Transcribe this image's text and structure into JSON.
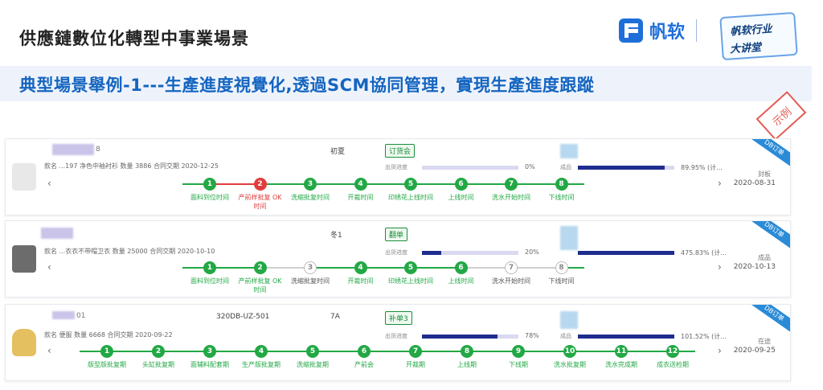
{
  "slide": {
    "title": "供應鏈數位化轉型中事業場景",
    "subtitle": "典型場景舉例-1---生產進度視覺化,透過SCM協同管理，實現生產進度跟蹤",
    "stamp": "示例"
  },
  "logo": {
    "name": "帆软",
    "badge_line1": "帆软行业",
    "badge_line2": "大讲堂"
  },
  "ribbon_text": "DB订单",
  "progress_label_1": "出货进度",
  "progress_label_2": "成品",
  "cards": [
    {
      "code_suffix": "8",
      "meta": "款名 ...197 净色中袖衬衫 数量 3886 合同交期 2020-12-25",
      "season": "初夏",
      "tag": "订货会",
      "ship_progress": 0,
      "ship_text": "0%",
      "finish_progress": 89.95,
      "finish_text": "89.95% (计...",
      "status": "封板",
      "date": "2020-08-31",
      "steps": [
        {
          "num": "1",
          "label": "面料到位时间",
          "state": "g"
        },
        {
          "num": "2",
          "label": "产前样批复 OK时间",
          "state": "r"
        },
        {
          "num": "3",
          "label": "洗缩批复时间",
          "state": "g"
        },
        {
          "num": "4",
          "label": "开裁时间",
          "state": "g"
        },
        {
          "num": "5",
          "label": "印绣花上线时间",
          "state": "g"
        },
        {
          "num": "6",
          "label": "上线时间",
          "state": "g"
        },
        {
          "num": "7",
          "label": "洗水开始时间",
          "state": "g"
        },
        {
          "num": "8",
          "label": "下线时间",
          "state": "g"
        }
      ]
    },
    {
      "code_suffix": "",
      "meta": "款名 ...衣衣不带帽卫衣 数量 25000 合同交期 2020-10-10",
      "season": "冬1",
      "tag": "翻单",
      "ship_progress": 20,
      "ship_text": "20%",
      "finish_progress": 100,
      "finish_text": "475.83% (计...",
      "status": "成品",
      "date": "2020-10-13",
      "steps": [
        {
          "num": "1",
          "label": "面料到位时间",
          "state": "g"
        },
        {
          "num": "2",
          "label": "产前样批复 OK时间",
          "state": "g"
        },
        {
          "num": "3",
          "label": "洗缩批复时间",
          "state": "n"
        },
        {
          "num": "4",
          "label": "开裁时间",
          "state": "g"
        },
        {
          "num": "5",
          "label": "印绣花上线时间",
          "state": "g"
        },
        {
          "num": "6",
          "label": "上线时间",
          "state": "g"
        },
        {
          "num": "7",
          "label": "洗水开始时间",
          "state": "n"
        },
        {
          "num": "8",
          "label": "下线时间",
          "state": "n"
        }
      ]
    },
    {
      "code_suffix": "01",
      "meta": "款名 便服 数量 6668 合同交期 2020-09-22",
      "style_no": "320DB-UZ-501",
      "season": "7A",
      "tag": "补单3",
      "ship_progress": 78,
      "ship_text": "78%",
      "finish_progress": 100,
      "finish_text": "101.52% (计...",
      "status": "在途",
      "date": "2020-09-25",
      "steps": [
        {
          "num": "1",
          "label": "版型版批复期",
          "state": "g"
        },
        {
          "num": "2",
          "label": "头缸批复期",
          "state": "g"
        },
        {
          "num": "3",
          "label": "面辅料配套期",
          "state": "g"
        },
        {
          "num": "4",
          "label": "生产版批复期",
          "state": "g"
        },
        {
          "num": "5",
          "label": "洗缩批复期",
          "state": "g"
        },
        {
          "num": "6",
          "label": "产前会",
          "state": "g"
        },
        {
          "num": "7",
          "label": "开裁期",
          "state": "g"
        },
        {
          "num": "8",
          "label": "上线期",
          "state": "g"
        },
        {
          "num": "9",
          "label": "下线期",
          "state": "g"
        },
        {
          "num": "10",
          "label": "洗水批复期",
          "state": "g"
        },
        {
          "num": "11",
          "label": "洗水完成期",
          "state": "g"
        },
        {
          "num": "12",
          "label": "成衣送检期",
          "state": "g"
        }
      ]
    }
  ]
}
